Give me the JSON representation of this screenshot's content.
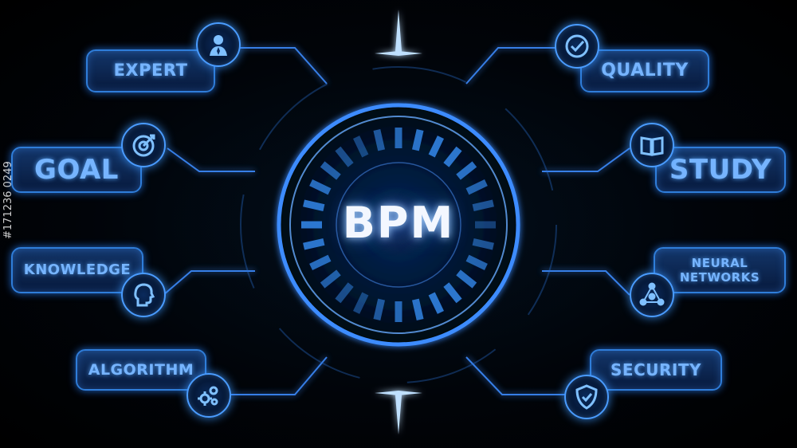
{
  "center": {
    "title": "BPM"
  },
  "left_items": [
    {
      "label": "EXPERT",
      "icon": "businessman-icon"
    },
    {
      "label": "GOAL",
      "icon": "target-icon"
    },
    {
      "label": "KNOWLEDGE",
      "icon": "head-profile-icon"
    },
    {
      "label": "ALGORITHM",
      "icon": "gears-icon"
    }
  ],
  "right_items": [
    {
      "label": "QUALITY",
      "icon": "checkmark-icon"
    },
    {
      "label": "STUDY",
      "icon": "book-icon"
    },
    {
      "label": "NEURAL\nNETWORKS",
      "icon": "network-icon"
    },
    {
      "label": "SECURITY",
      "icon": "shield-icon"
    }
  ],
  "watermark": "#171236 0249",
  "colors": {
    "background": "#000000",
    "accent": "#2f7dd9",
    "glow": "#4a9cff",
    "text": "#76b4ff",
    "title": "#f3f7ff"
  }
}
